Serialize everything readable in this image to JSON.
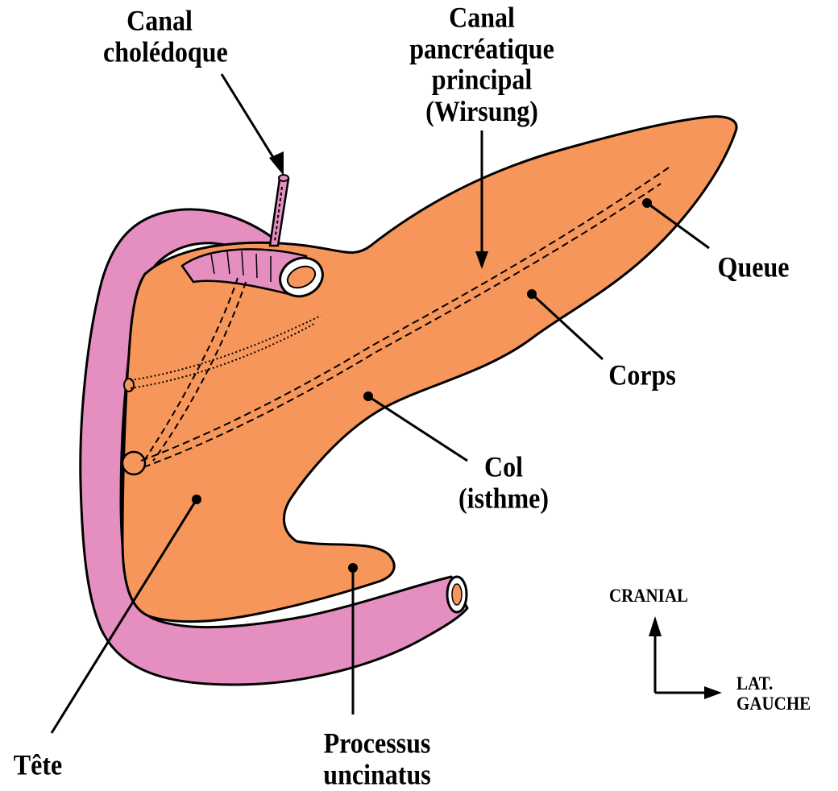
{
  "labels": {
    "canal_choledoque": [
      "Canal",
      "cholédoque"
    ],
    "canal_pancreatique": [
      "Canal",
      "pancréatique",
      "principal",
      "(Wirsung)"
    ],
    "queue": "Queue",
    "corps": "Corps",
    "col": [
      "Col",
      "(isthme)"
    ],
    "tete": "Tête",
    "processus": [
      "Processus",
      "uncinatus"
    ]
  },
  "orientation": {
    "cranial": "CRANIAL",
    "lateral": [
      "LAT.",
      "GAUCHE"
    ]
  },
  "colors": {
    "pancreas": "#F7965A",
    "duodenum": "#E58FC0",
    "duct_orange": "#E58A4A",
    "outline": "#000000"
  }
}
